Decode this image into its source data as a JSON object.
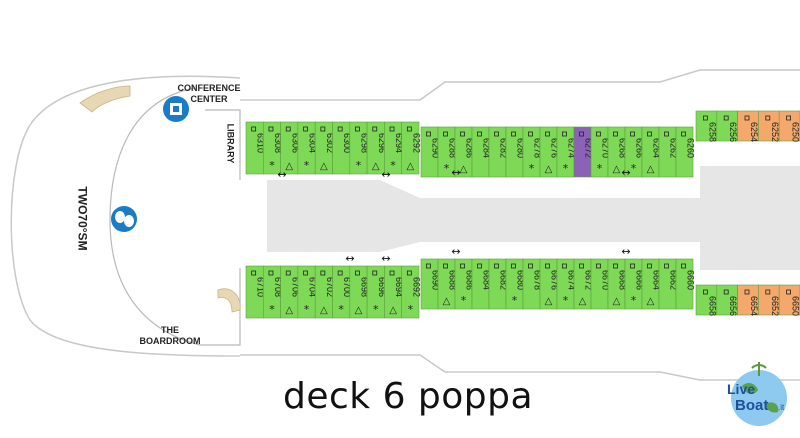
{
  "title": "deck 6 poppa",
  "labels": {
    "conference_center": "CONFERENCE CENTER",
    "library": "LIBRARY",
    "two70": "TWO70°SM",
    "boardroom": "THE BOARDROOM"
  },
  "colors": {
    "cabin_green": "#7ed957",
    "cabin_purple": "#8a63b8",
    "cabin_orange": "#f4a86b",
    "corridor_gray": "#e6e6e6",
    "hull_outline": "#c8c8c8",
    "icon_blue": "#1a7cc7"
  },
  "icons": [
    "accessible-cabin-icon",
    "double-arrow-icon",
    "sofa-bed-asterisk",
    "triangle-connecting-icon",
    "elevator-icon",
    "theater-icon"
  ],
  "top_fore_cabins": [
    {
      "n": "6310",
      "mark": ""
    },
    {
      "n": "6308",
      "mark": "*"
    },
    {
      "n": "6306",
      "mark": "△"
    },
    {
      "n": "6304",
      "mark": "*"
    },
    {
      "n": "6302",
      "mark": "△"
    },
    {
      "n": "6300",
      "mark": ""
    },
    {
      "n": "6298",
      "mark": "*"
    },
    {
      "n": "6296",
      "mark": "△"
    },
    {
      "n": "6294",
      "mark": "*"
    },
    {
      "n": "6292",
      "mark": "△"
    }
  ],
  "top_mid_cabins": [
    {
      "n": "6290",
      "mark": ""
    },
    {
      "n": "6288",
      "mark": "*"
    },
    {
      "n": "6286",
      "mark": "△"
    },
    {
      "n": "6284",
      "mark": ""
    },
    {
      "n": "6282",
      "mark": ""
    },
    {
      "n": "6280",
      "mark": ""
    },
    {
      "n": "6278",
      "mark": "*"
    },
    {
      "n": "6276",
      "mark": "△"
    },
    {
      "n": "6274",
      "mark": "*"
    },
    {
      "n": "6272",
      "mark": "",
      "status": "purple"
    },
    {
      "n": "6270",
      "mark": "*"
    },
    {
      "n": "6268",
      "mark": "△"
    },
    {
      "n": "6266",
      "mark": "*"
    },
    {
      "n": "6264",
      "mark": "△"
    },
    {
      "n": "6262",
      "mark": ""
    },
    {
      "n": "6260",
      "mark": ""
    }
  ],
  "top_aft_cabins": [
    {
      "n": "6258",
      "mark": "",
      "status": "green"
    },
    {
      "n": "6256",
      "mark": "",
      "status": "green"
    },
    {
      "n": "6254",
      "mark": "",
      "status": "orange"
    },
    {
      "n": "6252",
      "mark": "",
      "status": "orange"
    },
    {
      "n": "6250",
      "mark": "",
      "status": "orange"
    }
  ],
  "bottom_fore_cabins": [
    {
      "n": "6710",
      "mark": ""
    },
    {
      "n": "6708",
      "mark": "*"
    },
    {
      "n": "6706",
      "mark": "△"
    },
    {
      "n": "6704",
      "mark": "*"
    },
    {
      "n": "6702",
      "mark": "△"
    },
    {
      "n": "6700",
      "mark": "*"
    },
    {
      "n": "6698",
      "mark": "△"
    },
    {
      "n": "6696",
      "mark": "*"
    },
    {
      "n": "6694",
      "mark": "△"
    },
    {
      "n": "6692",
      "mark": "*"
    }
  ],
  "bottom_mid_cabins": [
    {
      "n": "6690",
      "mark": ""
    },
    {
      "n": "6688",
      "mark": "△"
    },
    {
      "n": "6686",
      "mark": "*"
    },
    {
      "n": "6684",
      "mark": ""
    },
    {
      "n": "6682",
      "mark": ""
    },
    {
      "n": "6680",
      "mark": "*"
    },
    {
      "n": "6678",
      "mark": ""
    },
    {
      "n": "6676",
      "mark": "△"
    },
    {
      "n": "6674",
      "mark": "*"
    },
    {
      "n": "6672",
      "mark": "△"
    },
    {
      "n": "6670",
      "mark": ""
    },
    {
      "n": "6668",
      "mark": "△"
    },
    {
      "n": "6666",
      "mark": "*"
    },
    {
      "n": "6664",
      "mark": "△"
    },
    {
      "n": "6662",
      "mark": ""
    },
    {
      "n": "6660",
      "mark": ""
    }
  ],
  "bottom_aft_cabins": [
    {
      "n": "6658",
      "mark": "",
      "status": "green"
    },
    {
      "n": "6656",
      "mark": "",
      "status": "green"
    },
    {
      "n": "6654",
      "mark": "",
      "status": "orange"
    },
    {
      "n": "6652",
      "mark": "",
      "status": "orange"
    },
    {
      "n": "6650",
      "mark": "",
      "status": "orange"
    }
  ],
  "logo": {
    "line1": "Live",
    "line2": "Boat",
    "suffix": ".it"
  }
}
